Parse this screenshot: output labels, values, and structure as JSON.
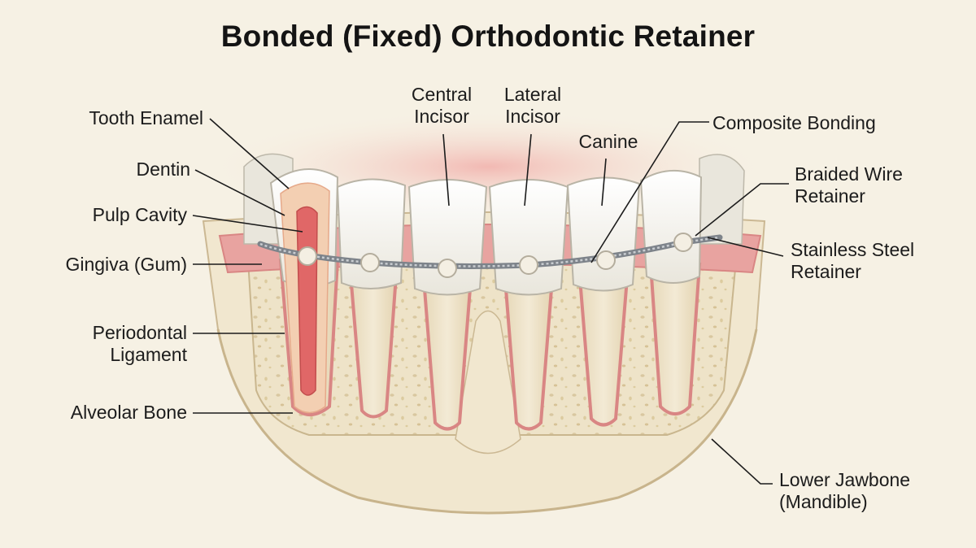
{
  "title": "Bonded (Fixed) Orthodontic Retainer",
  "labels": {
    "tooth_enamel": "Tooth Enamel",
    "dentin": "Dentin",
    "pulp_cavity": "Pulp Cavity",
    "gingiva": "Gingiva (Gum)",
    "periodontal_ligament": "Periodontal\nLigament",
    "alveolar_bone": "Alveolar Bone",
    "central_incisor": "Central\nIncisor",
    "lateral_incisor": "Lateral\nIncisor",
    "canine": "Canine",
    "composite_bonding": "Composite Bonding",
    "braided_wire": "Braided Wire\nRetainer",
    "stainless_steel": "Stainless Steel\nRetainer",
    "lower_jawbone": "Lower Jawbone\n(Mandible)"
  },
  "colors": {
    "background": "#f6f1e4",
    "gum": "#e79a9a",
    "bone": "#ede0c2",
    "tooth": "#f7f5ef",
    "wire": "#9aa0a6"
  }
}
